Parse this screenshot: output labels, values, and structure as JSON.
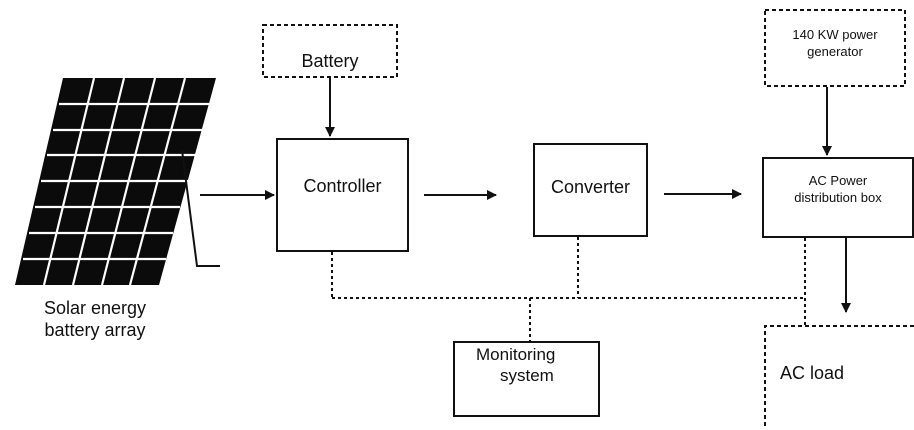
{
  "diagram": {
    "nodes": {
      "solar_array": {
        "label_line1": "Solar energy",
        "label_line2": "battery array"
      },
      "battery": {
        "label": "Battery"
      },
      "generator": {
        "label_line1": "140 KW power",
        "label_line2": "generator"
      },
      "controller": {
        "label": "Controller"
      },
      "converter": {
        "label": "Converter"
      },
      "ac_distribution": {
        "label_line1": "AC Power",
        "label_line2": "distribution box"
      },
      "monitoring": {
        "label_line1": "Monitoring",
        "label_line2": "system"
      },
      "ac_load": {
        "label": "AC load"
      }
    },
    "colors": {
      "line": "#111111",
      "panel": "#0b0b0b",
      "background": "#ffffff"
    }
  }
}
